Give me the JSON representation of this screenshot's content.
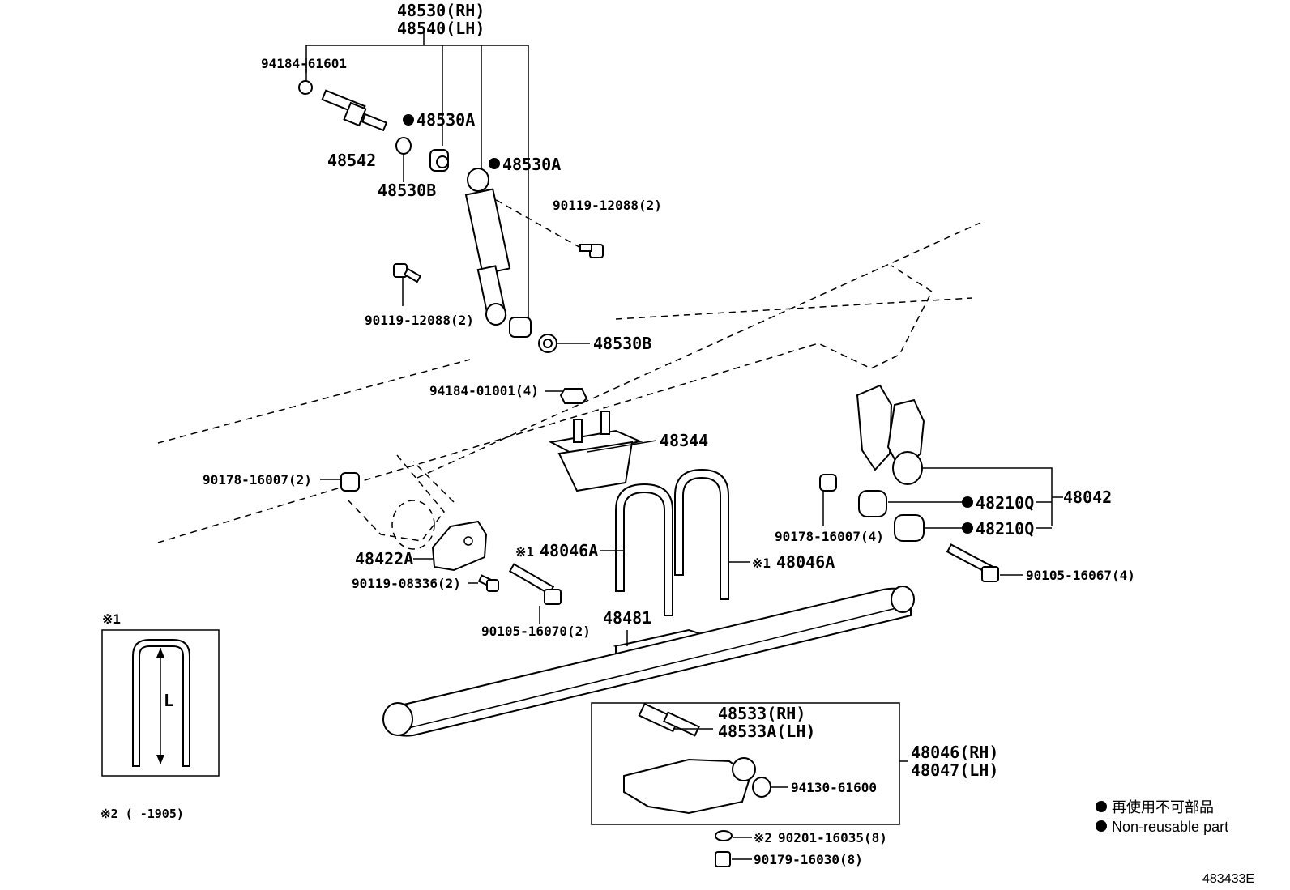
{
  "labels": {
    "shock_rh": "48530(RH)",
    "shock_lh": "48540(LH)",
    "bolt_94184_61601": "94184-61601",
    "stud_48542": "48542",
    "bush_48530A_1": "48530A",
    "bush_48530A_2": "48530A",
    "washer_48530B_top": "48530B",
    "bolt_90119_12088_right": "90119-12088(2)",
    "bolt_90119_12088_left": "90119-12088(2)",
    "washer_48530B_bottom": "48530B",
    "nut_94184_01001": "94184-01001(4)",
    "bumper_48344": "48344",
    "nut_90178_16007_left": "90178-16007(2)",
    "nut_90178_16007_right": "90178-16007(4)",
    "bracket_48422A": "48422A",
    "ubolt_48046A_left": "48046A",
    "ubolt_48046A_right": "48046A",
    "shackle_48042": "48042",
    "bush_48210Q_1": "48210Q",
    "bush_48210Q_2": "48210Q",
    "bolt_90105_16067": "90105-16067(4)",
    "bolt_90119_08336": "90119-08336(2)",
    "bolt_90105_16070": "90105-16070(2)",
    "seat_48481": "48481",
    "bolt_48533_rh": "48533(RH)",
    "bolt_48533A_lh": "48533A(LH)",
    "spring_rh": "48046(RH)",
    "spring_lh": "48047(LH)",
    "nut_94130_61600": "94130-61600",
    "washer_90201_16035": "90201-16035(8)",
    "nut_90179_16030": "90179-16030(8)",
    "note1_marker": "※1",
    "note2_marker": "※2",
    "note1_prefix": "※1",
    "note2_prefix": "※2",
    "dimension_L": "L",
    "note2_range": "※2 (     -1905)",
    "diagram_id": "483433E"
  },
  "legend": {
    "jp": "再使用不可部品",
    "en": "Non-reusable part"
  },
  "colors": {
    "line": "#000000",
    "background": "#ffffff"
  }
}
